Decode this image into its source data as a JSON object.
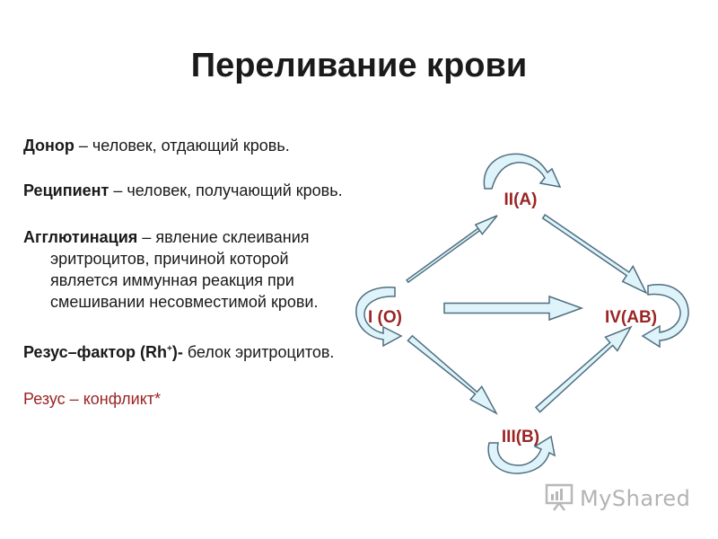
{
  "slide": {
    "title": "Переливание крови"
  },
  "definitions": {
    "donor_term": "Донор",
    "donor_text": " – человек, отдающий кровь.",
    "recipient_term": "Реципиент",
    "recipient_text": " – человек, получающий кровь.",
    "agglutination_term": "Агглютинация",
    "agglutination_text": " – явление склеивания эритроцитов, причиной которой является иммунная реакция при смешивании несовместимой крови.",
    "rhesus_term": "Резус–фактор (Rh",
    "rhesus_sup": "+",
    "rhesus_term_end": ")-",
    "rhesus_text": " белок эритроцитов.",
    "rhesus_conflict": "Резус – конфликт*"
  },
  "diagram": {
    "node_o": "I (O)",
    "node_a": "II(A)",
    "node_b": "III(B)",
    "node_ab": "IV(AB)"
  },
  "colors": {
    "accent": "#9b2525",
    "arrow_fill": "#dff3fa",
    "arrow_stroke": "#4e6f80"
  },
  "watermark": {
    "text": "MyShared",
    "icon": "presentation-board-icon"
  }
}
